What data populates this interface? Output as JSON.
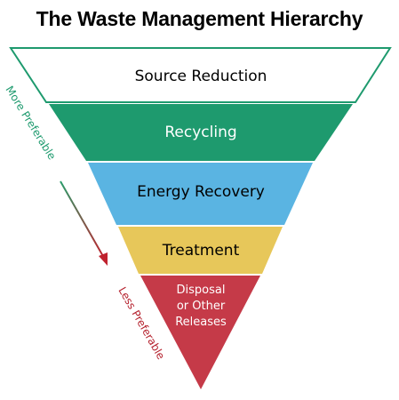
{
  "title": "The Waste Management Hierarchy",
  "tiers": [
    {
      "label": "Source Reduction",
      "color": "#ffffff",
      "text_color": "#000000"
    },
    {
      "label": "Recycling",
      "color": "#1e9a6e",
      "text_color": "#ffffff"
    },
    {
      "label": "Energy Recovery",
      "color": "#5ab4e2",
      "text_color": "#000000"
    },
    {
      "label": "Treatment",
      "color": "#e7c75a",
      "text_color": "#000000"
    },
    {
      "label_lines": [
        "Disposal",
        "or Other",
        "Releases"
      ],
      "color": "#c53a48",
      "text_color": "#ffffff"
    }
  ],
  "side_labels": {
    "top": "More Preferable",
    "bottom": "Less Preferable",
    "top_color": "#1e9a6e",
    "bottom_color": "#b5222e"
  },
  "outline_color": "#1e9a6e"
}
